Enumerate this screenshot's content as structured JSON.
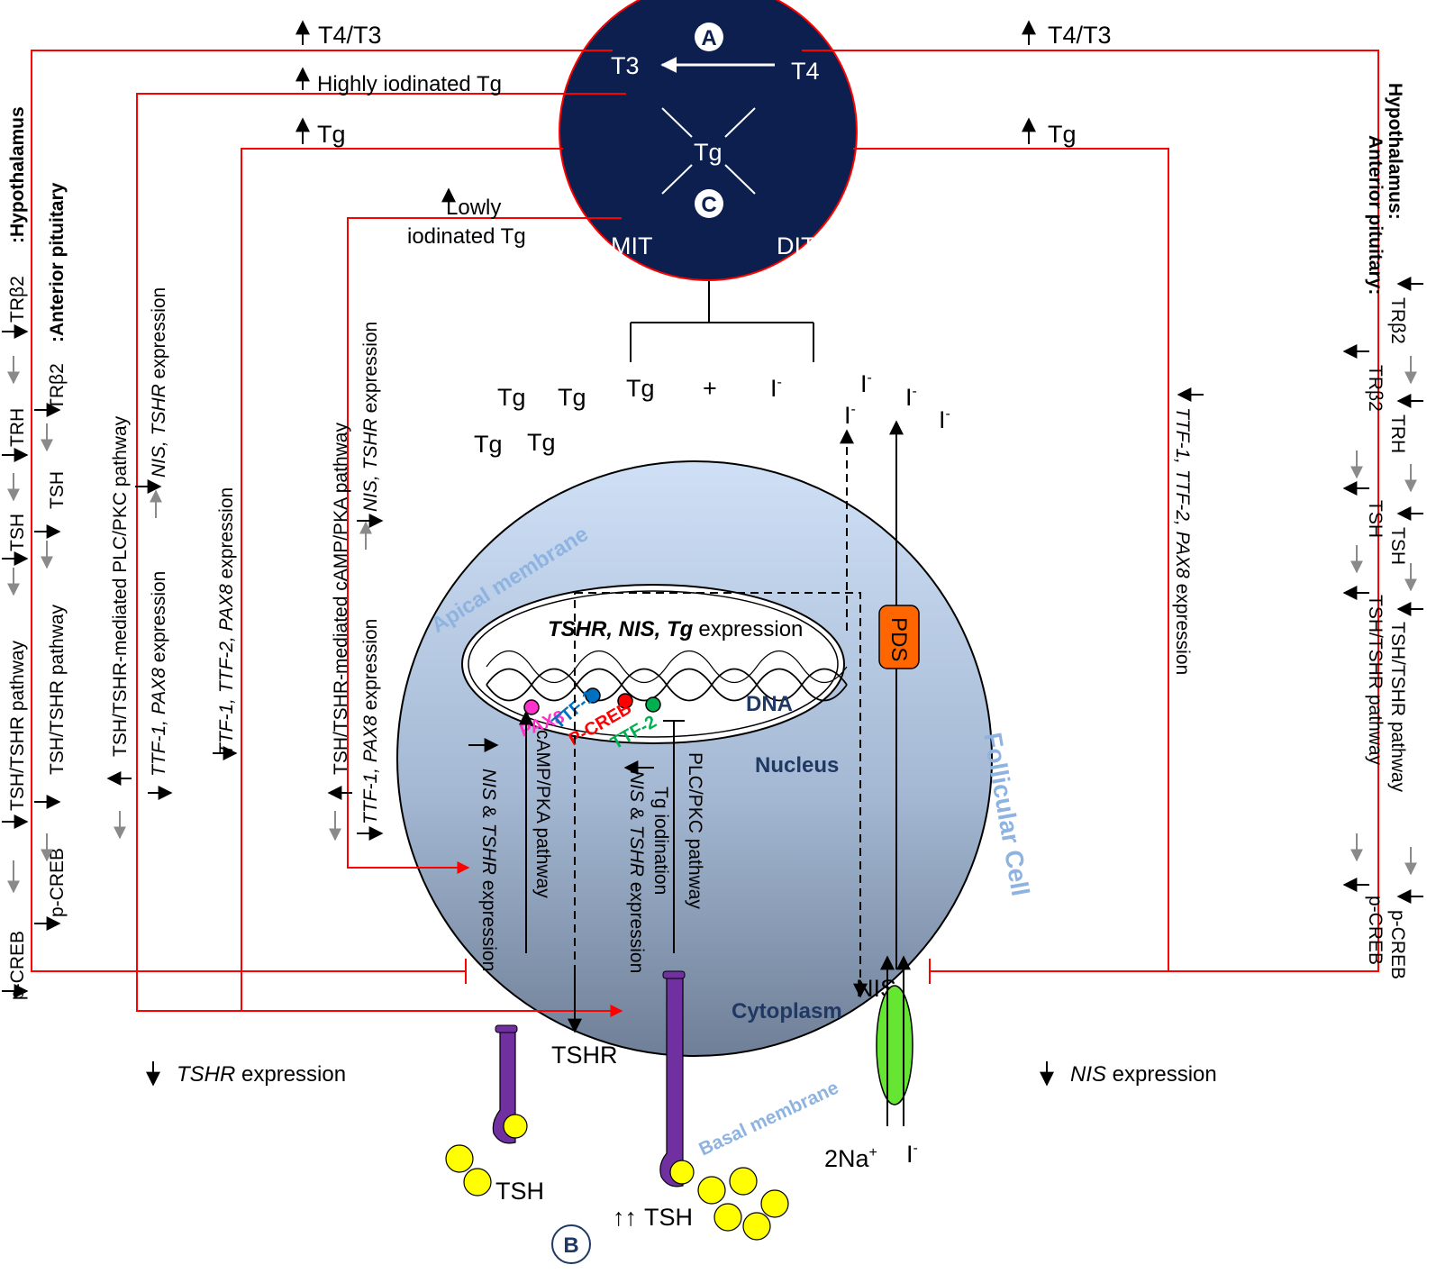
{
  "colors": {
    "circle_fill": "#0d1f4f",
    "cell_top": "#cfe0f6",
    "cell_bottom": "#6f7f97",
    "feedback_line": "#ff0000",
    "membrane_label": "#8fb3e0",
    "nucleus_label": "#1f3864",
    "pds": "#ff6600",
    "nis_channel": "#66e633",
    "receptor": "#7030a0",
    "tsh_ligand": "#ffff00",
    "pax8": "#ff33cc",
    "ttf1": "#0070c0",
    "pcreb": "#ff0000",
    "ttf2": "#00b050"
  },
  "badges": {
    "a": "A",
    "b": "B",
    "c": "C"
  },
  "circle": {
    "t3": "T3",
    "t4": "T4",
    "tg": "Tg",
    "mit": "MIT",
    "dit": "DIT"
  },
  "top": {
    "t4t3_left": "T4/T3",
    "t4t3_right": "T4/T3",
    "highly_iodinated": "Highly iodinated Tg",
    "tg_left": "Tg",
    "tg_right": "Tg",
    "lowly_1": "Lowly",
    "lowly_2": "iodinated Tg"
  },
  "lumen": {
    "tg_items": [
      "Tg",
      "Tg",
      "Tg",
      "Tg",
      "Tg"
    ],
    "plus": "+",
    "iodide": "I",
    "iodide_sup": "-"
  },
  "cell": {
    "apical_membrane": "Apical membrane",
    "basal_membrane": "Basal membrane",
    "follicular_cell": "Follicular Cell",
    "nucleus": "Nucleus",
    "cytoplasm": "Cytoplasm",
    "dna": "DNA",
    "expression_genes": "TSHR, NIS, Tg",
    "expression_word": "expression",
    "pds": "PDS",
    "nis": "NIS",
    "tshr": "TSHR",
    "tsh": "TSH",
    "double_up": "↑↑",
    "na_ion": "2Na",
    "na_sup": "+",
    "iodide_ion": "I",
    "iodide_sup": "-"
  },
  "tf": {
    "pax8": "PAX8",
    "ttf1": "TTF-1",
    "pcreb": "P-CREB",
    "ttf2": "TTF-2"
  },
  "pathways": {
    "camp_1": "cAMP/PKA pathway",
    "camp_2a": "NIS",
    "camp_2b": " & ",
    "camp_2c": "TSHR",
    "camp_2d": " expression",
    "plc_1": "PLC/PKC pathway",
    "plc_2": "Tg iodination",
    "plc_3a": "NIS",
    "plc_3b": " & ",
    "plc_3c": "TSHR",
    "plc_3d": " expression"
  },
  "bottom": {
    "tshr_expr_a": "TSHR",
    "tshr_expr_b": " expression",
    "nis_expr_a": "NIS",
    "nis_expr_b": " expression"
  },
  "left": {
    "col1": [
      "p-CREB",
      "TSH/TSHR pathway",
      "TSH",
      "TRH",
      "TRβ2"
    ],
    "col1_header": ":Hypothalamus",
    "col2": [
      "p-CREB",
      "TSH/TSHR pathway",
      "TSH",
      "TRβ2"
    ],
    "col2_header": ":Anterior pituitary",
    "col3": "TSH/TSHR-mediated PLC/PKC pathway",
    "col4a_genes": "TTF-1, PAX8",
    "col4a_word": " expression",
    "col4b_genes": "NIS, TSHR",
    "col4b_word": " expression",
    "col5_genes": "TTF-1, TTF-2, PAX8",
    "col5_word": " expression",
    "col6": "TSH/TSHR-mediated cAMP/PKA pathway",
    "col7a_genes": "TTF-1, PAX8",
    "col7a_word": " expression",
    "col7b_genes": "NIS, TSHR",
    "col7b_word": " expression"
  },
  "right": {
    "col1_header": "Hypothalamus:",
    "col1": [
      "TRβ2",
      "TRH",
      "TSH",
      "TSH/TSHR pathway",
      "p-CREB"
    ],
    "col2_header": "Anterior pituitary:",
    "col2": [
      "TRβ2",
      "TSH",
      "TSH/TSHR pathway",
      "p-CREB"
    ],
    "col3_genes": "TTF-1, TTF-2, PAX8",
    "col3_word": " expression"
  }
}
